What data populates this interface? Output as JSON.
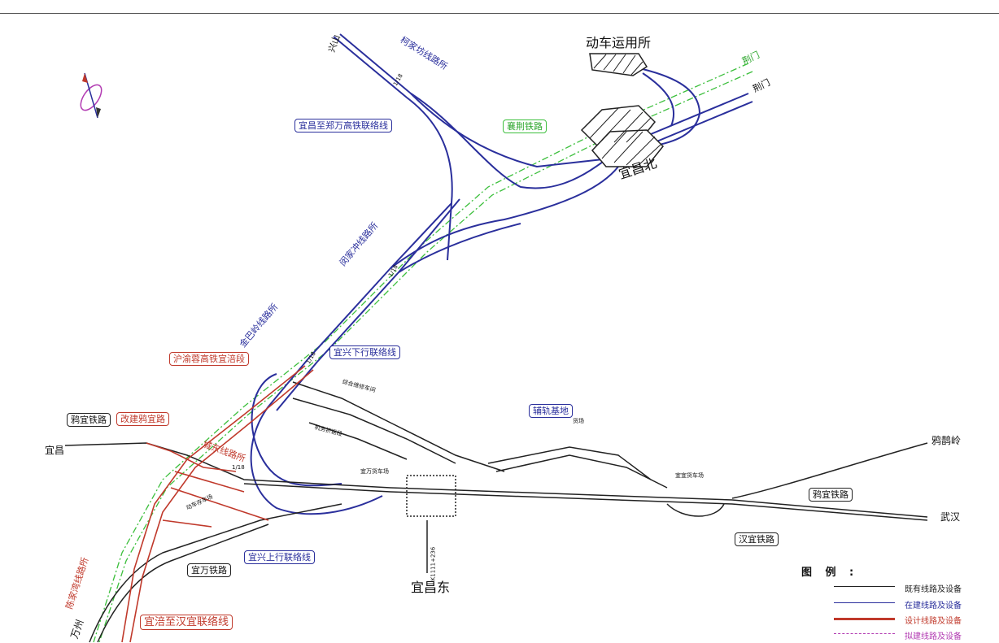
{
  "stations": {
    "emu_depot": "动车运用所",
    "yichang_north": "宜昌北",
    "yichang_east": "宜昌东"
  },
  "directions": {
    "xingshan": "兴山",
    "jingmen_top": "荆门",
    "jingmen": "荆门",
    "yichang": "宜昌",
    "yaqueling": "鸦鹊岭",
    "wuhan": "武汉",
    "wanzhou": "万州"
  },
  "line_labels": {
    "kejiafang": "柯家坊线路所",
    "yichang_zhengwan": "宜昌至郑万高铁联络线",
    "xiangjing": "襄荆铁路",
    "minjiachong": "闵家冲线路所",
    "jinbaling": "金巴岭线路所",
    "yixing_down": "宜兴下行联络线",
    "huyurong": "沪渝蓉高铁宜涪段",
    "yayi_left": "鸦宜铁路",
    "gaijian_yayi": "改建鸦宜路",
    "chengdong": "城东线路所",
    "fuzhu_base": "辅轨基地",
    "yayi_right": "鸦宜铁路",
    "hanyi": "汉宜铁路",
    "yixing_up": "宜兴上行联络线",
    "yiwan": "宜万铁路",
    "chenjiawan": "陈家湾线路所",
    "yifu_hanyi": "宜涪至汉宜联络线"
  },
  "small_labels": {
    "k_marker": "K1111+236",
    "zonghe": "综合维修车间",
    "jiwu": "机务折返段",
    "yiwan_yard": "宜万货车场",
    "yiyi_yard": "宜宜货车场",
    "huoche": "动车存车场",
    "storage": "货场",
    "num_1": "1/18",
    "num_2": "1/18",
    "num_3": "1/18",
    "num_4": "1/18"
  },
  "legend": {
    "title": "图 例 :",
    "items": [
      {
        "label": "既有线路及设备",
        "color": "#222222",
        "style": "solid-thin"
      },
      {
        "label": "在建线路及设备",
        "color": "#2a2f9c",
        "style": "solid-thin"
      },
      {
        "label": "设计线路及设备",
        "color": "#c0392b",
        "style": "solid-thick"
      },
      {
        "label": "拟建线路及设备",
        "color": "#b23ab2",
        "style": "dash-dot"
      }
    ]
  },
  "colors": {
    "existing": "#222222",
    "under_construction": "#2a2f9c",
    "designed": "#c0392b",
    "planned_green": "#3cbf3c",
    "planned_purple": "#b23ab2"
  },
  "icons": {
    "compass": "compass-icon"
  }
}
